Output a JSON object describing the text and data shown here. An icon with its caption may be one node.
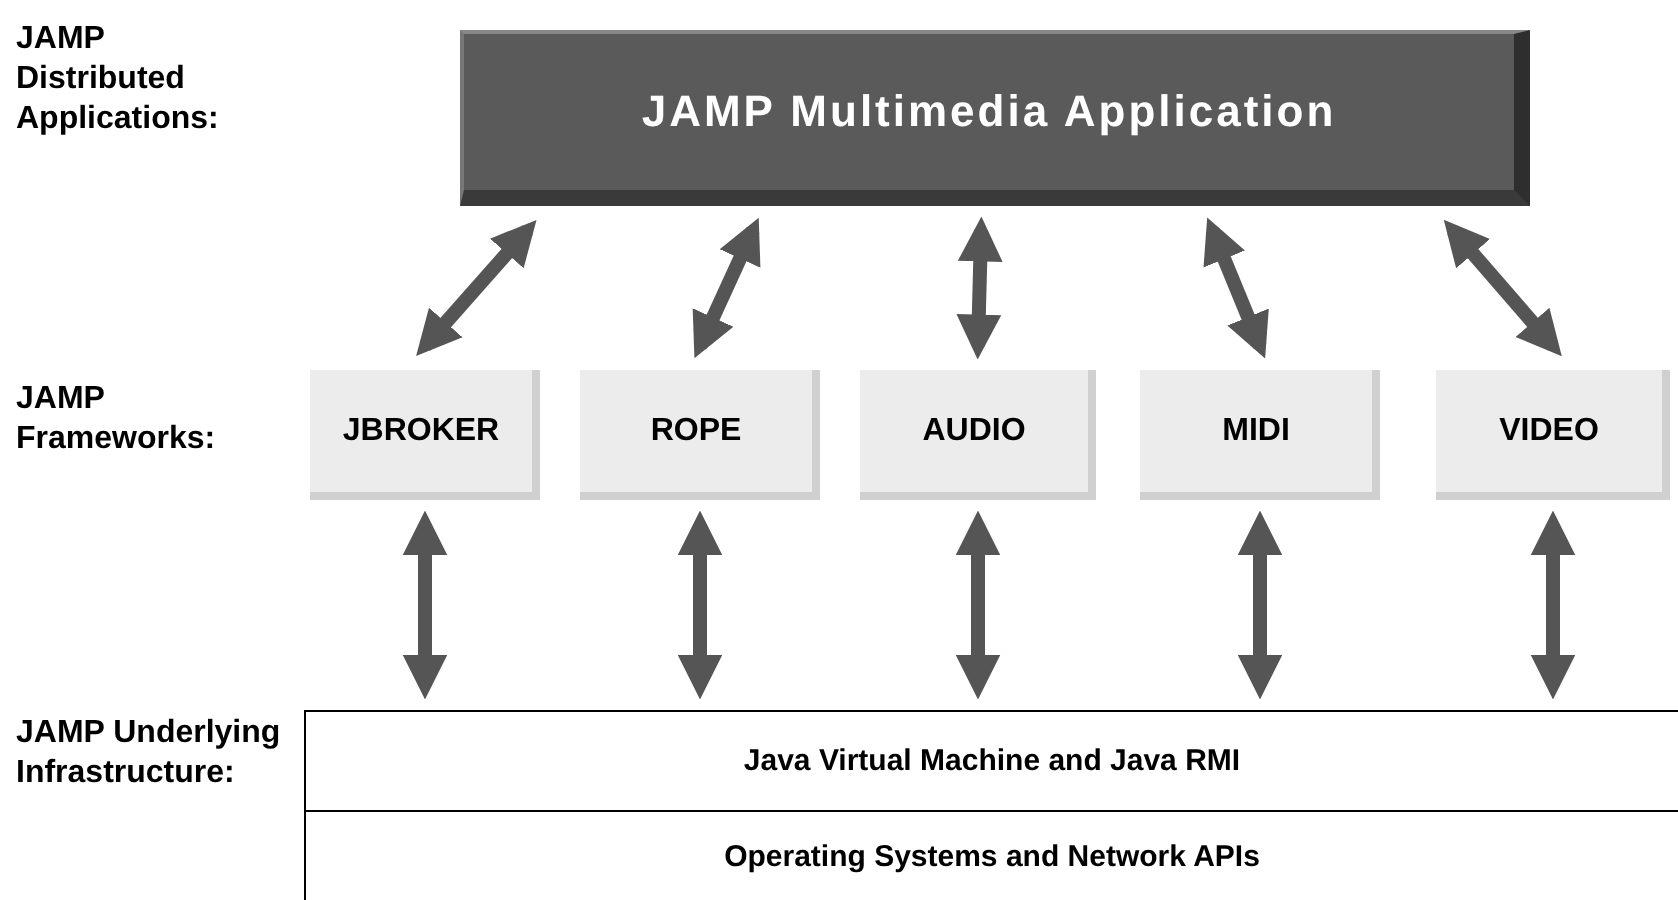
{
  "diagram": {
    "nodes": [
      {
        "text": [
          "JAMP Multimedia Application"
        ]
      },
      {
        "text": [
          "JBROKER"
        ]
      },
      {
        "text": [
          "ROPE"
        ]
      },
      {
        "text": [
          "AUDIO"
        ]
      },
      {
        "text": [
          "MIDI"
        ]
      },
      {
        "text": [
          "VIDEO"
        ]
      },
      {
        "text": [
          "Java Virtual Machine and Java RMI"
        ]
      },
      {
        "text": [
          "Operating Systems and Network APIs"
        ]
      }
    ],
    "edges": [
      {
        "from": 0,
        "to": 1,
        "arrow": "both"
      },
      {
        "from": 0,
        "to": 2,
        "arrow": "both"
      },
      {
        "from": 0,
        "to": 3,
        "arrow": "both"
      },
      {
        "from": 0,
        "to": 4,
        "arrow": "both"
      },
      {
        "from": 0,
        "to": 5,
        "arrow": "both"
      },
      {
        "from": 1,
        "to": 6,
        "arrow": "both"
      },
      {
        "from": 2,
        "to": 6,
        "arrow": "both"
      },
      {
        "from": 3,
        "to": 6,
        "arrow": "both"
      },
      {
        "from": 4,
        "to": 6,
        "arrow": "both"
      },
      {
        "from": 5,
        "to": 6,
        "arrow": "both"
      }
    ],
    "labels": [
      "JAMP Distributed Applications:",
      "JAMP Frameworks:",
      "JAMP Underlying Infrastructure:"
    ]
  }
}
